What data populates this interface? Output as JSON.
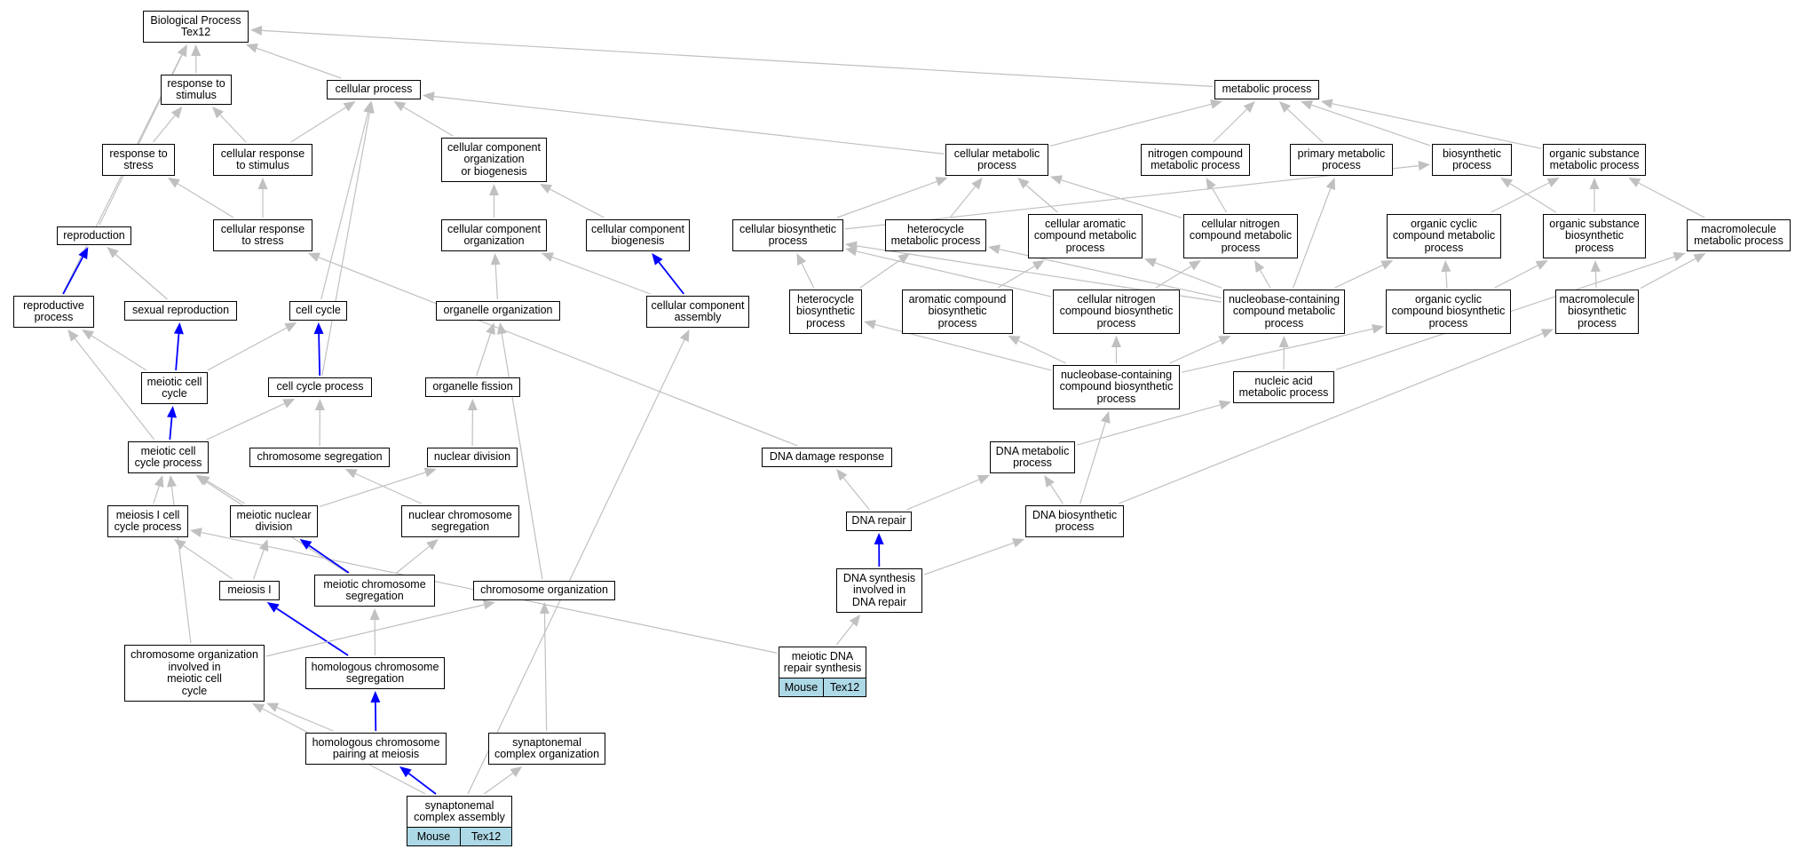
{
  "colors": {
    "edge_gray": "#c0c0c0",
    "edge_blue": "#0000ff",
    "annotation_fill": "#add8e6",
    "border": "#000000"
  },
  "nodes": [
    {
      "id": "bp",
      "label": "Biological Process\nTex12"
    },
    {
      "id": "rts",
      "label": "response to\nstimulus"
    },
    {
      "id": "cp",
      "label": "cellular process"
    },
    {
      "id": "mp",
      "label": "metabolic process"
    },
    {
      "id": "rtstress",
      "label": "response to\nstress"
    },
    {
      "id": "crts",
      "label": "cellular response\nto stimulus"
    },
    {
      "id": "ccob",
      "label": "cellular component\norganization\nor biogenesis"
    },
    {
      "id": "cmp",
      "label": "cellular metabolic\nprocess"
    },
    {
      "id": "ncmp",
      "label": "nitrogen compound\nmetabolic process"
    },
    {
      "id": "pmp",
      "label": "primary metabolic\nprocess"
    },
    {
      "id": "bsp",
      "label": "biosynthetic\nprocess"
    },
    {
      "id": "osmp",
      "label": "organic substance\nmetabolic process"
    },
    {
      "id": "repro",
      "label": "reproduction"
    },
    {
      "id": "crtstress",
      "label": "cellular response\nto stress"
    },
    {
      "id": "cco",
      "label": "cellular component\norganization"
    },
    {
      "id": "ccb",
      "label": "cellular component\nbiogenesis"
    },
    {
      "id": "cbp",
      "label": "cellular biosynthetic\nprocess"
    },
    {
      "id": "hmp",
      "label": "heterocycle\nmetabolic process"
    },
    {
      "id": "cacmp",
      "label": "cellular aromatic\ncompound metabolic\nprocess"
    },
    {
      "id": "cncmp",
      "label": "cellular nitrogen\ncompound metabolic\nprocess"
    },
    {
      "id": "occmp",
      "label": "organic cyclic\ncompound metabolic\nprocess"
    },
    {
      "id": "osbp",
      "label": "organic substance\nbiosynthetic\nprocess"
    },
    {
      "id": "mmp",
      "label": "macromolecule\nmetabolic process"
    },
    {
      "id": "rp",
      "label": "reproductive\nprocess"
    },
    {
      "id": "sr",
      "label": "sexual reproduction"
    },
    {
      "id": "cc",
      "label": "cell cycle"
    },
    {
      "id": "oo",
      "label": "organelle organization"
    },
    {
      "id": "cca",
      "label": "cellular component\nassembly"
    },
    {
      "id": "hbp",
      "label": "heterocycle\nbiosynthetic\nprocess"
    },
    {
      "id": "acbp",
      "label": "aromatic compound\nbiosynthetic\nprocess"
    },
    {
      "id": "cncbp",
      "label": "cellular nitrogen\ncompound biosynthetic\nprocess"
    },
    {
      "id": "nbcmp",
      "label": "nucleobase-containing\ncompound metabolic\nprocess"
    },
    {
      "id": "occbp",
      "label": "organic cyclic\ncompound biosynthetic\nprocess"
    },
    {
      "id": "mbp",
      "label": "macromolecule\nbiosynthetic\nprocess"
    },
    {
      "id": "mcc",
      "label": "meiotic cell\ncycle"
    },
    {
      "id": "ccp",
      "label": "cell cycle process"
    },
    {
      "id": "of",
      "label": "organelle fission"
    },
    {
      "id": "nbcbp",
      "label": "nucleobase-containing\ncompound biosynthetic\nprocess"
    },
    {
      "id": "namp",
      "label": "nucleic acid\nmetabolic process"
    },
    {
      "id": "mccp",
      "label": "meiotic cell\ncycle process"
    },
    {
      "id": "cs",
      "label": "chromosome segregation"
    },
    {
      "id": "nd",
      "label": "nuclear division"
    },
    {
      "id": "ddr",
      "label": "DNA damage response"
    },
    {
      "id": "dmp",
      "label": "DNA metabolic\nprocess"
    },
    {
      "id": "m1ccp",
      "label": "meiosis I cell\ncycle process"
    },
    {
      "id": "mnd",
      "label": "meiotic nuclear\ndivision"
    },
    {
      "id": "ncs",
      "label": "nuclear chromosome\nsegregation"
    },
    {
      "id": "dr",
      "label": "DNA repair"
    },
    {
      "id": "dbp",
      "label": "DNA biosynthetic\nprocess"
    },
    {
      "id": "m1",
      "label": "meiosis I"
    },
    {
      "id": "mcs",
      "label": "meiotic chromosome\nsegregation"
    },
    {
      "id": "co",
      "label": "chromosome organization"
    },
    {
      "id": "dsidr",
      "label": "DNA synthesis\ninvolved in\nDNA repair"
    },
    {
      "id": "coimcc",
      "label": "chromosome organization\ninvolved in\nmeiotic cell\ncycle"
    },
    {
      "id": "hcs",
      "label": "homologous chromosome\nsegregation"
    },
    {
      "id": "mdrs",
      "label": "meiotic DNA\nrepair synthesis"
    },
    {
      "id": "hcpm",
      "label": "homologous chromosome\npairing at meiosis"
    },
    {
      "id": "sco",
      "label": "synaptonemal\ncomplex organization"
    },
    {
      "id": "sca",
      "label": "synaptonemal\ncomplex assembly"
    }
  ],
  "annotations": [
    {
      "node": "mdrs",
      "species": "Mouse",
      "gene": "Tex12"
    },
    {
      "node": "sca",
      "species": "Mouse",
      "gene": "Tex12"
    }
  ],
  "edges": [
    {
      "from": "rts",
      "to": "bp",
      "color": "gray"
    },
    {
      "from": "cp",
      "to": "bp",
      "color": "gray"
    },
    {
      "from": "mp",
      "to": "bp",
      "color": "gray"
    },
    {
      "from": "repro",
      "to": "bp",
      "color": "gray"
    },
    {
      "from": "rp",
      "to": "bp",
      "color": "gray"
    },
    {
      "from": "rtstress",
      "to": "rts",
      "color": "gray"
    },
    {
      "from": "crts",
      "to": "rts",
      "color": "gray"
    },
    {
      "from": "crts",
      "to": "cp",
      "color": "gray"
    },
    {
      "from": "ccob",
      "to": "cp",
      "color": "gray"
    },
    {
      "from": "cmp",
      "to": "cp",
      "color": "gray"
    },
    {
      "from": "cc",
      "to": "cp",
      "color": "gray"
    },
    {
      "from": "ccp",
      "to": "cp",
      "color": "gray"
    },
    {
      "from": "cmp",
      "to": "mp",
      "color": "gray"
    },
    {
      "from": "ncmp",
      "to": "mp",
      "color": "gray"
    },
    {
      "from": "pmp",
      "to": "mp",
      "color": "gray"
    },
    {
      "from": "bsp",
      "to": "mp",
      "color": "gray"
    },
    {
      "from": "osmp",
      "to": "mp",
      "color": "gray"
    },
    {
      "from": "crtstress",
      "to": "rtstress",
      "color": "gray"
    },
    {
      "from": "crtstress",
      "to": "crts",
      "color": "gray"
    },
    {
      "from": "cco",
      "to": "ccob",
      "color": "gray"
    },
    {
      "from": "ccb",
      "to": "ccob",
      "color": "gray"
    },
    {
      "from": "cbp",
      "to": "cmp",
      "color": "gray"
    },
    {
      "from": "hmp",
      "to": "cmp",
      "color": "gray"
    },
    {
      "from": "cacmp",
      "to": "cmp",
      "color": "gray"
    },
    {
      "from": "cncmp",
      "to": "cmp",
      "color": "gray"
    },
    {
      "from": "cncmp",
      "to": "ncmp",
      "color": "gray"
    },
    {
      "from": "nbcmp",
      "to": "pmp",
      "color": "gray"
    },
    {
      "from": "cbp",
      "to": "bsp",
      "color": "gray"
    },
    {
      "from": "osbp",
      "to": "bsp",
      "color": "gray"
    },
    {
      "from": "occmp",
      "to": "osmp",
      "color": "gray"
    },
    {
      "from": "osbp",
      "to": "osmp",
      "color": "gray"
    },
    {
      "from": "mmp",
      "to": "osmp",
      "color": "gray"
    },
    {
      "from": "rp",
      "to": "repro",
      "color": "blue"
    },
    {
      "from": "sr",
      "to": "repro",
      "color": "gray"
    },
    {
      "from": "ddr",
      "to": "crtstress",
      "color": "gray"
    },
    {
      "from": "oo",
      "to": "cco",
      "color": "gray"
    },
    {
      "from": "cca",
      "to": "cco",
      "color": "gray"
    },
    {
      "from": "cca",
      "to": "ccb",
      "color": "blue"
    },
    {
      "from": "hbp",
      "to": "cbp",
      "color": "gray"
    },
    {
      "from": "cncbp",
      "to": "cbp",
      "color": "gray"
    },
    {
      "from": "nbcmp",
      "to": "cbp",
      "color": "gray"
    },
    {
      "from": "hbp",
      "to": "hmp",
      "color": "gray"
    },
    {
      "from": "nbcmp",
      "to": "hmp",
      "color": "gray"
    },
    {
      "from": "acbp",
      "to": "cacmp",
      "color": "gray"
    },
    {
      "from": "nbcmp",
      "to": "cacmp",
      "color": "gray"
    },
    {
      "from": "cncbp",
      "to": "cncmp",
      "color": "gray"
    },
    {
      "from": "nbcmp",
      "to": "cncmp",
      "color": "gray"
    },
    {
      "from": "nbcmp",
      "to": "occmp",
      "color": "gray"
    },
    {
      "from": "occbp",
      "to": "occmp",
      "color": "gray"
    },
    {
      "from": "occbp",
      "to": "osbp",
      "color": "gray"
    },
    {
      "from": "mbp",
      "to": "osbp",
      "color": "gray"
    },
    {
      "from": "mbp",
      "to": "mmp",
      "color": "gray"
    },
    {
      "from": "namp",
      "to": "mmp",
      "color": "gray"
    },
    {
      "from": "mcc",
      "to": "rp",
      "color": "gray"
    },
    {
      "from": "mccp",
      "to": "rp",
      "color": "gray"
    },
    {
      "from": "mcc",
      "to": "sr",
      "color": "blue"
    },
    {
      "from": "mcc",
      "to": "cc",
      "color": "gray"
    },
    {
      "from": "ccp",
      "to": "cc",
      "color": "blue"
    },
    {
      "from": "of",
      "to": "oo",
      "color": "gray"
    },
    {
      "from": "co",
      "to": "oo",
      "color": "gray"
    },
    {
      "from": "sca",
      "to": "cca",
      "color": "gray"
    },
    {
      "from": "nbcbp",
      "to": "hbp",
      "color": "gray"
    },
    {
      "from": "nbcbp",
      "to": "acbp",
      "color": "gray"
    },
    {
      "from": "nbcbp",
      "to": "cncbp",
      "color": "gray"
    },
    {
      "from": "nbcbp",
      "to": "nbcmp",
      "color": "gray"
    },
    {
      "from": "namp",
      "to": "nbcmp",
      "color": "gray"
    },
    {
      "from": "nbcbp",
      "to": "occbp",
      "color": "gray"
    },
    {
      "from": "dbp",
      "to": "mbp",
      "color": "gray"
    },
    {
      "from": "mccp",
      "to": "mcc",
      "color": "blue"
    },
    {
      "from": "mccp",
      "to": "ccp",
      "color": "gray"
    },
    {
      "from": "cs",
      "to": "ccp",
      "color": "gray"
    },
    {
      "from": "nd",
      "to": "of",
      "color": "gray"
    },
    {
      "from": "dbp",
      "to": "nbcbp",
      "color": "gray"
    },
    {
      "from": "dmp",
      "to": "namp",
      "color": "gray"
    },
    {
      "from": "m1ccp",
      "to": "mccp",
      "color": "gray"
    },
    {
      "from": "mnd",
      "to": "mccp",
      "color": "gray"
    },
    {
      "from": "mcs",
      "to": "mccp",
      "color": "gray"
    },
    {
      "from": "coimcc",
      "to": "mccp",
      "color": "gray"
    },
    {
      "from": "ncs",
      "to": "cs",
      "color": "gray"
    },
    {
      "from": "mnd",
      "to": "nd",
      "color": "gray"
    },
    {
      "from": "dr",
      "to": "ddr",
      "color": "gray"
    },
    {
      "from": "dr",
      "to": "dmp",
      "color": "gray"
    },
    {
      "from": "dbp",
      "to": "dmp",
      "color": "gray"
    },
    {
      "from": "m1",
      "to": "m1ccp",
      "color": "gray"
    },
    {
      "from": "mdrs",
      "to": "m1ccp",
      "color": "gray"
    },
    {
      "from": "m1",
      "to": "mnd",
      "color": "gray"
    },
    {
      "from": "mcs",
      "to": "mnd",
      "color": "blue"
    },
    {
      "from": "mcs",
      "to": "ncs",
      "color": "gray"
    },
    {
      "from": "dsidr",
      "to": "dr",
      "color": "blue"
    },
    {
      "from": "dsidr",
      "to": "dbp",
      "color": "gray"
    },
    {
      "from": "hcs",
      "to": "m1",
      "color": "blue"
    },
    {
      "from": "hcs",
      "to": "mcs",
      "color": "gray"
    },
    {
      "from": "coimcc",
      "to": "co",
      "color": "gray"
    },
    {
      "from": "sco",
      "to": "co",
      "color": "gray"
    },
    {
      "from": "mdrs",
      "to": "dsidr",
      "color": "gray"
    },
    {
      "from": "hcpm",
      "to": "coimcc",
      "color": "gray"
    },
    {
      "from": "sca",
      "to": "coimcc",
      "color": "gray"
    },
    {
      "from": "hcpm",
      "to": "hcs",
      "color": "blue"
    },
    {
      "from": "sca",
      "to": "hcpm",
      "color": "blue"
    },
    {
      "from": "sca",
      "to": "sco",
      "color": "gray"
    }
  ]
}
